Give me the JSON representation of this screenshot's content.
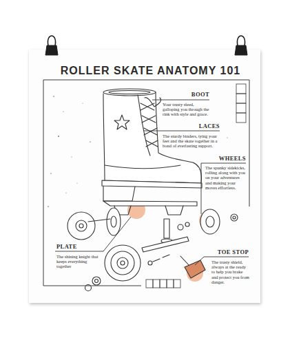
{
  "diagram": {
    "title": "ROLLER SKATE ANATOMY 101",
    "labels": [
      "BOOT",
      "Your trusty steed, galloping you through the rink with style and grace.",
      "LACES",
      "The sturdy binders, tying your feet and the skate together in a bond of everlasting support.",
      "WHEELS",
      "The spunky sidekicks, rolling along with you on your adventures and making your moves effortless.",
      "PLATE",
      "The shining knight that keeps everything together",
      "TOE STOP",
      "The trusty shield, always at the ready to help you brake and protect you from danger."
    ]
  }
}
